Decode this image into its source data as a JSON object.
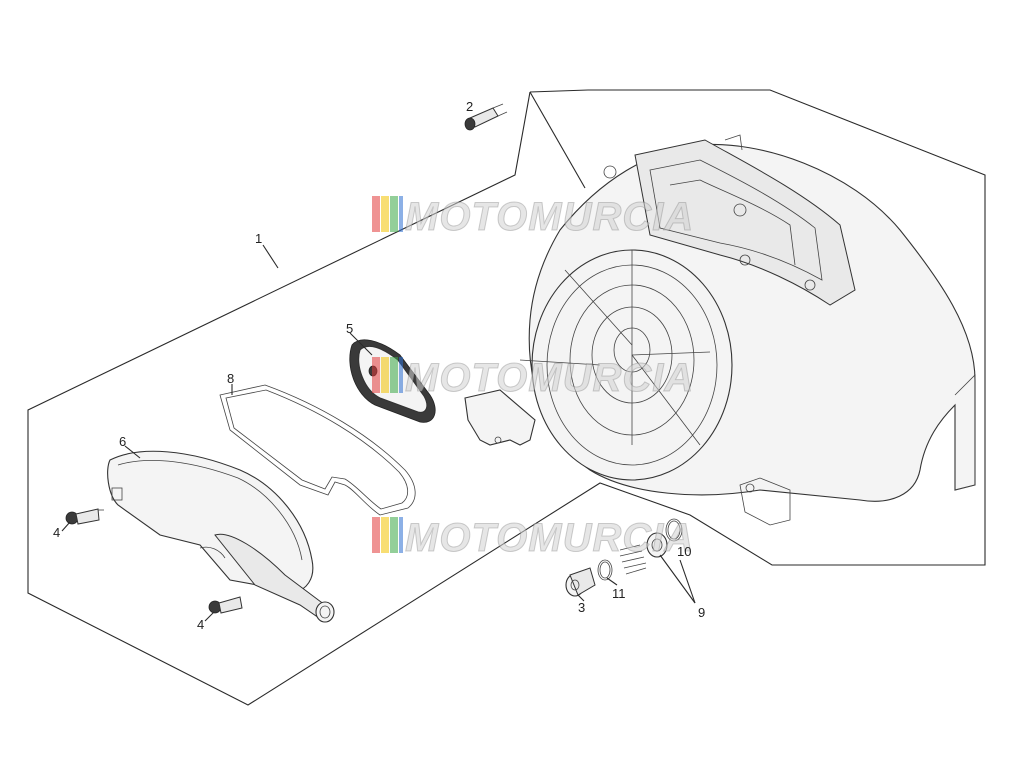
{
  "callouts": {
    "c1": "1",
    "c2": "2",
    "c3": "3",
    "c4a": "4",
    "c4b": "4",
    "c5": "5",
    "c6": "6",
    "c8": "8",
    "c9": "9",
    "c10": "10",
    "c11": "11"
  },
  "watermark": {
    "text": "MOTOMURCIA",
    "stripe_colors": [
      "#e23b3b",
      "#f2c200",
      "#3aa845",
      "#2d6fd1"
    ]
  }
}
